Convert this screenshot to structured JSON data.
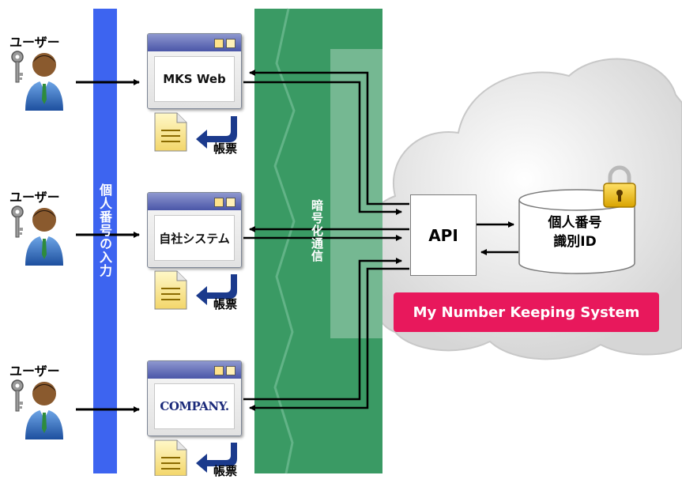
{
  "users": [
    {
      "label": "ユーザー"
    },
    {
      "label": "ユーザー"
    },
    {
      "label": "ユーザー"
    }
  ],
  "input_band_label": "個人番号の入力",
  "encryption_label": "暗号化通信",
  "apps": [
    {
      "name": "MKS Web",
      "doc_label": "帳票"
    },
    {
      "name": "自社システム",
      "doc_label": "帳票"
    },
    {
      "name": "COMPANY.",
      "doc_label": "帳票"
    }
  ],
  "api_label": "API",
  "database": {
    "line1": "個人番号",
    "line2": "識別ID"
  },
  "system_name": "My Number Keeping System",
  "colors": {
    "input_band": "#3d64f0",
    "encryption_band": "#3a9a64",
    "system_banner": "#e8185c",
    "arrow_blue": "#1b3a8c"
  }
}
